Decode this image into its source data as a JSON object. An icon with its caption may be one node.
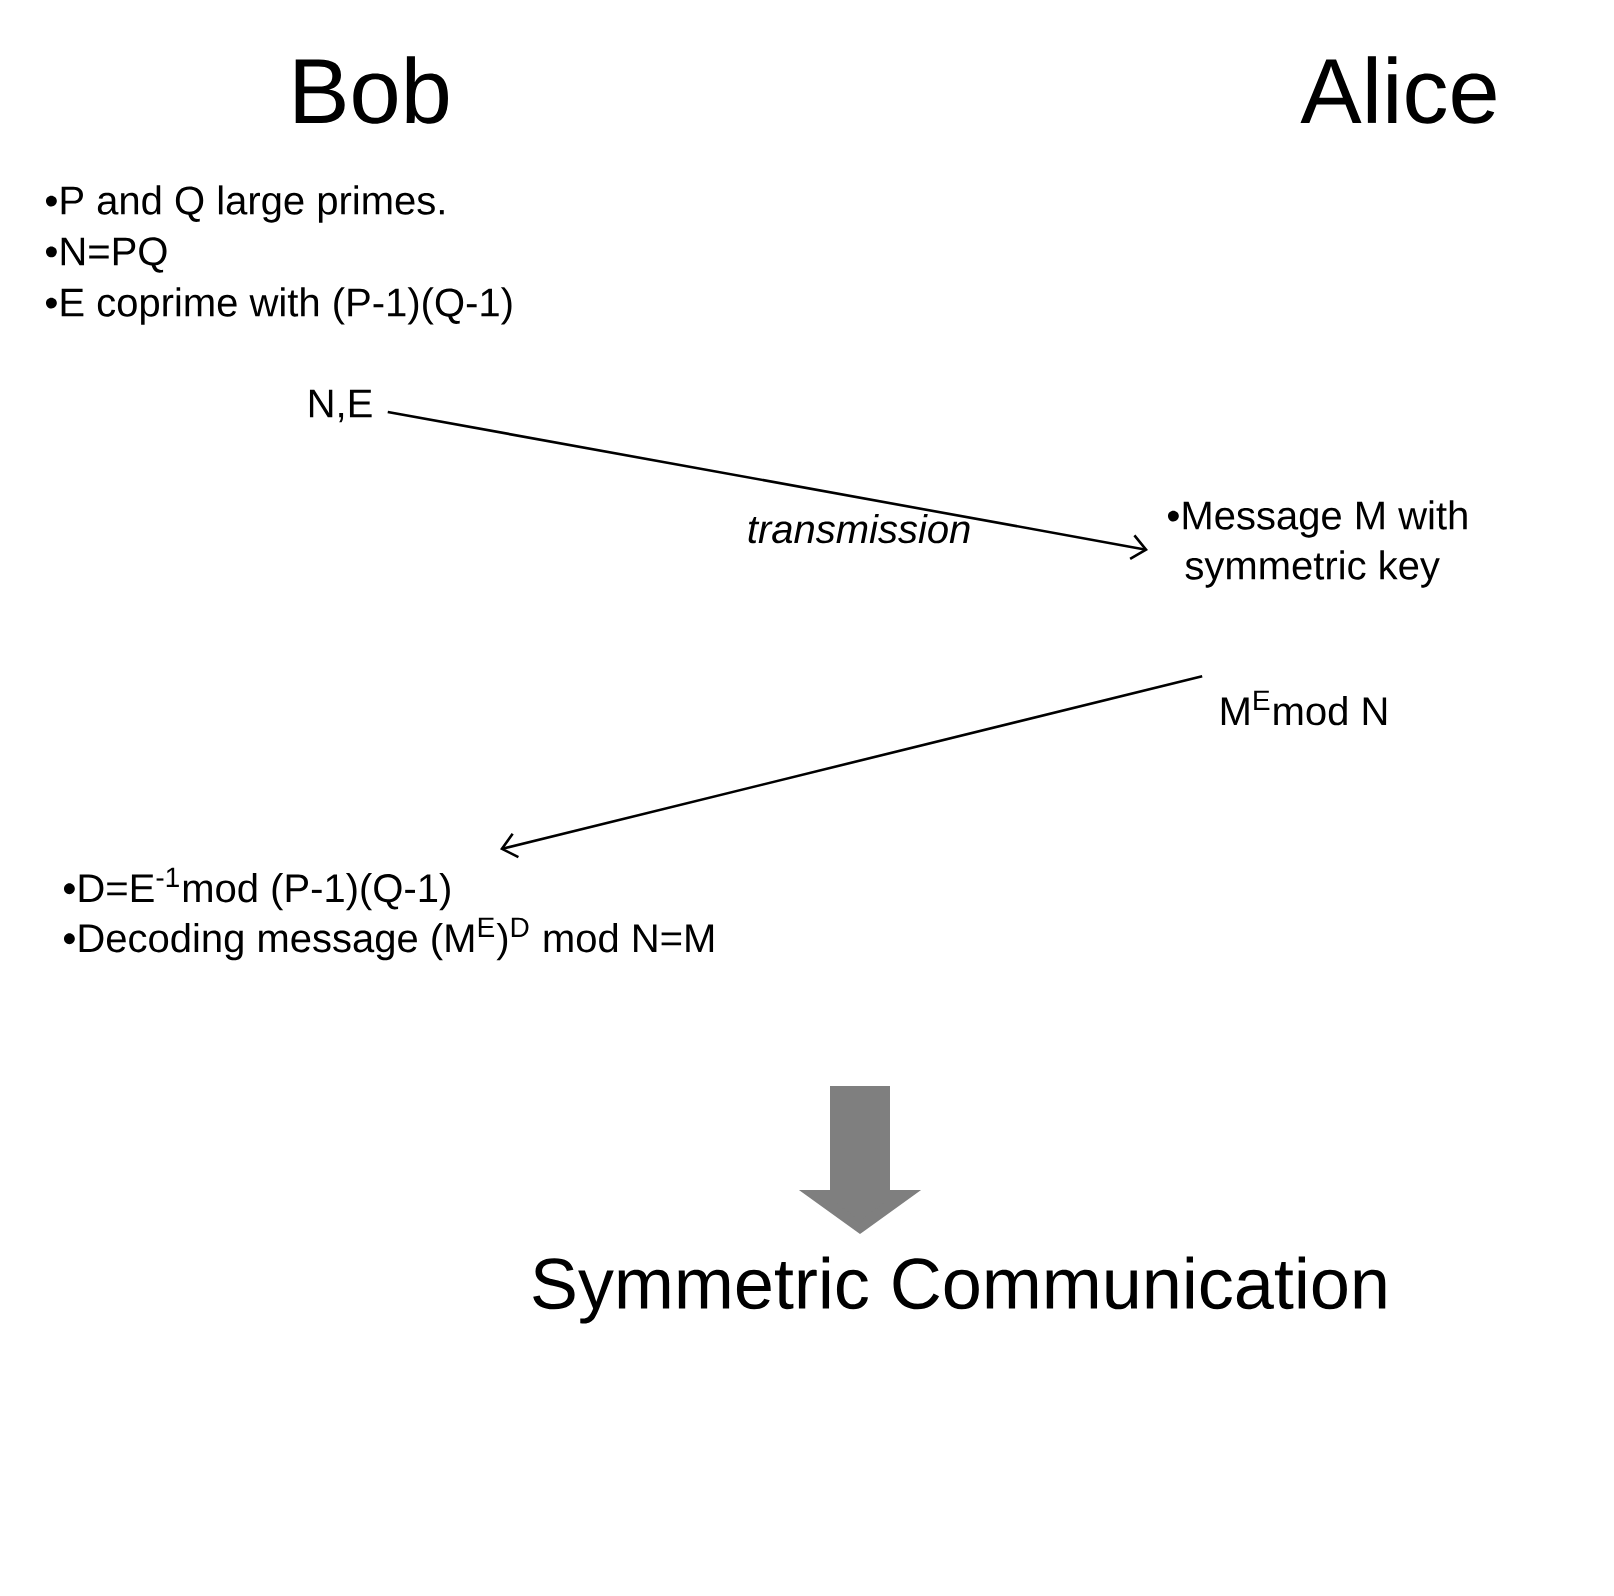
{
  "diagram": {
    "nodes": [
      {
        "text": [
          "N,E"
        ]
      },
      {
        "text": [
          "•Message M with symmetric key"
        ]
      },
      {
        "text": [
          "M$^{E}$mod N"
        ]
      },
      {
        "text": [
          "•D=E$^{-1}$mod (P-1)(Q-1)",
          "•Decoding message (M$^{E}$)$^{D}$ mod N=M"
        ]
      },
      {
        "text": [
          "Symmetric   Communication"
        ]
      }
    ],
    "edges": [
      {
        "from": 0,
        "to": 1,
        "arrow": "to",
        "label": "transmission"
      },
      {
        "from": 2,
        "to": 3,
        "arrow": "to"
      },
      {
        "from": null,
        "to": 4,
        "arrow": "to",
        "style": "thick",
        "color": "#7f7f7f"
      }
    ],
    "labels": [
      "Bob",
      "Alice",
      "•P and Q large primes.",
      "•N=PQ",
      "•E coprime with (P-1)(Q-1)"
    ]
  }
}
